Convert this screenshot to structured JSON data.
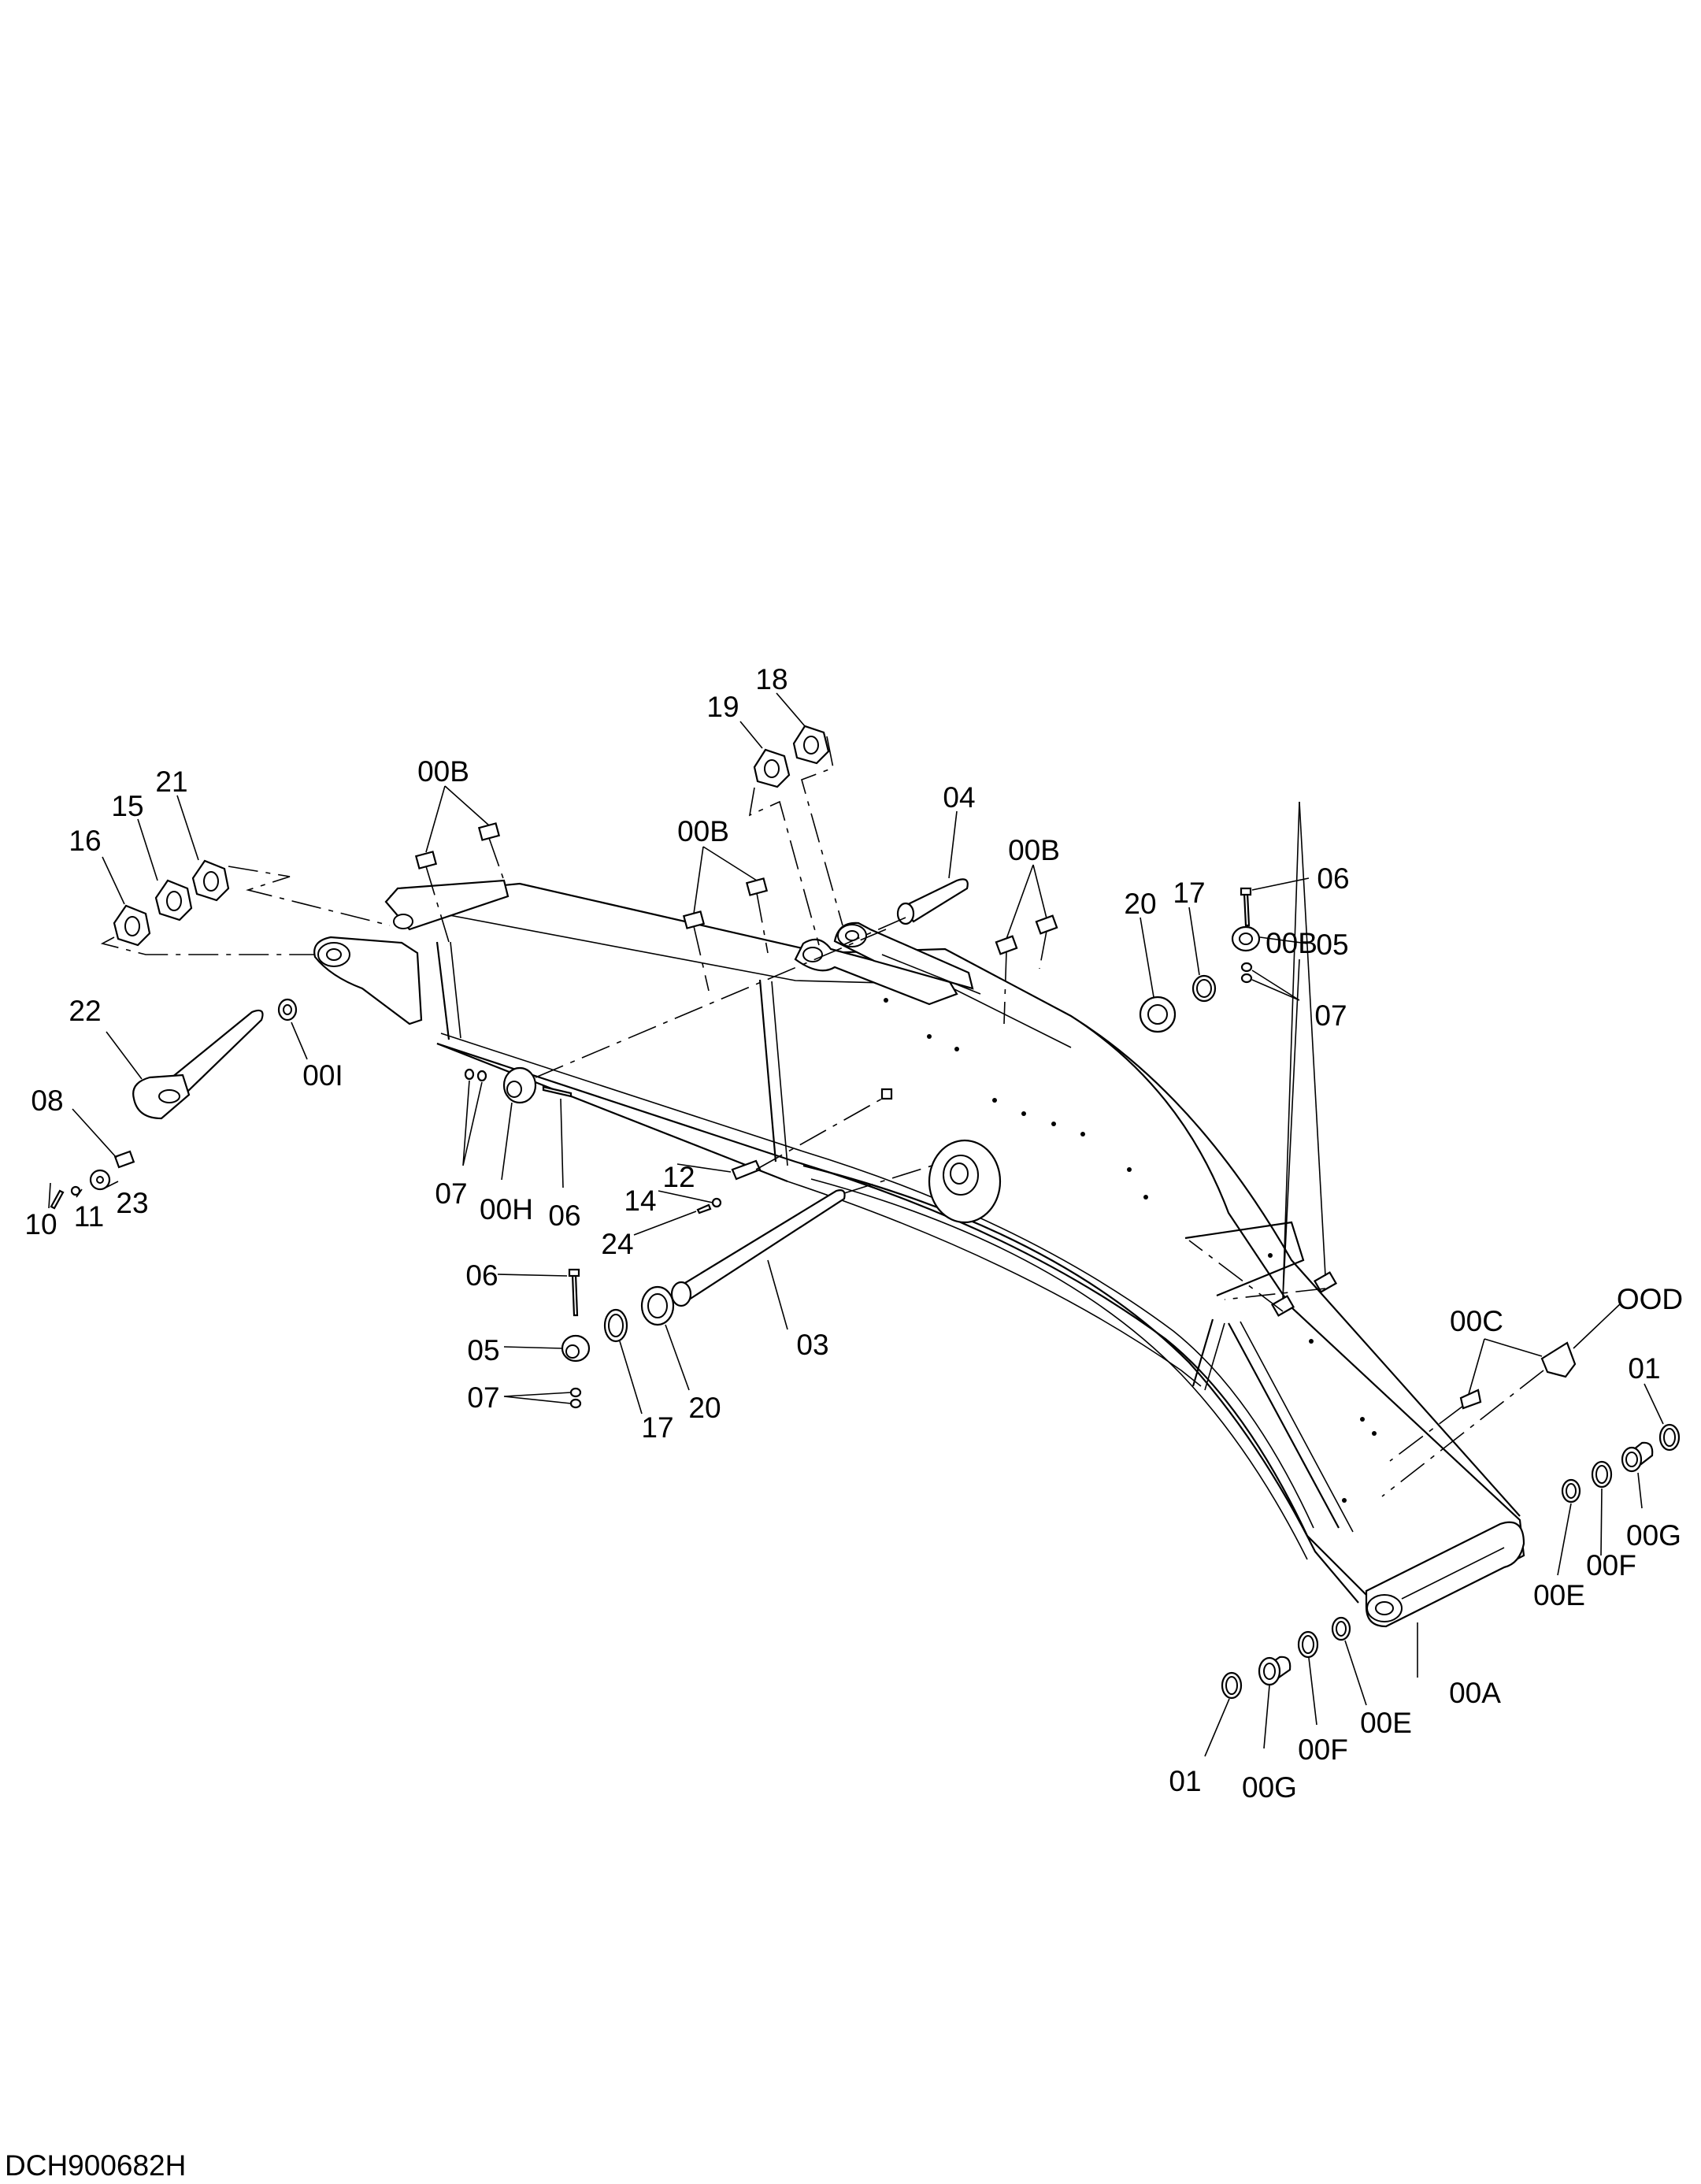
{
  "drawing": {
    "reference_code": "DCH900682H",
    "callouts": [
      {
        "id": "c-18",
        "text": "18"
      },
      {
        "id": "c-19",
        "text": "19"
      },
      {
        "id": "c-04",
        "text": "04"
      },
      {
        "id": "c-00b-a",
        "text": "00B"
      },
      {
        "id": "c-00b-b",
        "text": "00B"
      },
      {
        "id": "c-00b-c",
        "text": "00B"
      },
      {
        "id": "c-00b-d",
        "text": "00B"
      },
      {
        "id": "c-21",
        "text": "21"
      },
      {
        "id": "c-15",
        "text": "15"
      },
      {
        "id": "c-16",
        "text": "16"
      },
      {
        "id": "c-20-a",
        "text": "20"
      },
      {
        "id": "c-17-a",
        "text": "17"
      },
      {
        "id": "c-06-a",
        "text": "06"
      },
      {
        "id": "c-05-a",
        "text": "05"
      },
      {
        "id": "c-07-a",
        "text": "07"
      },
      {
        "id": "c-22",
        "text": "22"
      },
      {
        "id": "c-08",
        "text": "08"
      },
      {
        "id": "c-00i",
        "text": "00I"
      },
      {
        "id": "c-12",
        "text": "12"
      },
      {
        "id": "c-14",
        "text": "14"
      },
      {
        "id": "c-07-b",
        "text": "07"
      },
      {
        "id": "c-00h",
        "text": "00H"
      },
      {
        "id": "c-06-b",
        "text": "06"
      },
      {
        "id": "c-10",
        "text": "10"
      },
      {
        "id": "c-11",
        "text": "11"
      },
      {
        "id": "c-23",
        "text": "23"
      },
      {
        "id": "c-24",
        "text": "24"
      },
      {
        "id": "c-06-c",
        "text": "06"
      },
      {
        "id": "c-05-b",
        "text": "05"
      },
      {
        "id": "c-07-c",
        "text": "07"
      },
      {
        "id": "c-03",
        "text": "03"
      },
      {
        "id": "c-17-b",
        "text": "17"
      },
      {
        "id": "c-20-b",
        "text": "20"
      },
      {
        "id": "c-00c",
        "text": "00C"
      },
      {
        "id": "c-ood",
        "text": "OOD"
      },
      {
        "id": "c-01-a",
        "text": "01"
      },
      {
        "id": "c-00g-a",
        "text": "00G"
      },
      {
        "id": "c-00f-a",
        "text": "00F"
      },
      {
        "id": "c-00e-a",
        "text": "00E"
      },
      {
        "id": "c-00a",
        "text": "00A"
      },
      {
        "id": "c-00e-b",
        "text": "00E"
      },
      {
        "id": "c-00f-b",
        "text": "00F"
      },
      {
        "id": "c-01-b",
        "text": "01"
      },
      {
        "id": "c-00g-b",
        "text": "00G"
      }
    ]
  }
}
